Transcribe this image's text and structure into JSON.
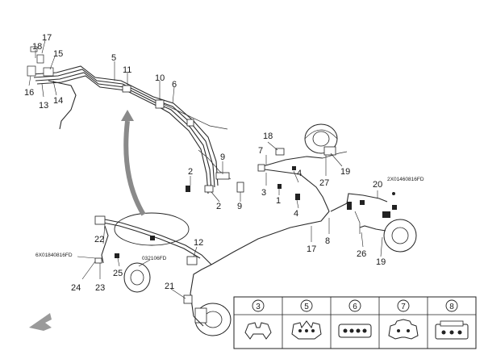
{
  "callouts": {
    "c18a": "18",
    "c17a": "17",
    "c15": "15",
    "c16": "16",
    "c13": "13",
    "c14": "14",
    "c5": "5",
    "c11": "11",
    "c10": "10",
    "c6": "6",
    "c9a": "9",
    "c2a": "2",
    "c2b": "2",
    "c9b": "9",
    "c18b": "18",
    "c7a": "7",
    "c3": "3",
    "c1": "1",
    "c4a": "4",
    "c4b": "4",
    "c27": "27",
    "c19a": "19",
    "c20": "20",
    "c17b": "17",
    "c8": "8",
    "c26": "26",
    "c19b": "19",
    "c12": "12",
    "c22": "22",
    "c24": "24",
    "c23": "23",
    "c25": "25",
    "c21": "21"
  },
  "part_codes": {
    "code_left": "6X01840816FD",
    "code_center": "032106FD",
    "code_right": "2X01460816FD"
  },
  "legend": {
    "items": [
      {
        "number": "3"
      },
      {
        "number": "5"
      },
      {
        "number": "6"
      },
      {
        "number": "7"
      },
      {
        "number": "8"
      }
    ]
  },
  "colors": {
    "line": "#2a2a2a",
    "arrow_gray": "#8a8a8a",
    "legend_border": "#222222"
  },
  "icons": {
    "orientation_arrow": "arrow-down-left-icon",
    "zoom_arrow": "curved-arrow-up-icon"
  }
}
